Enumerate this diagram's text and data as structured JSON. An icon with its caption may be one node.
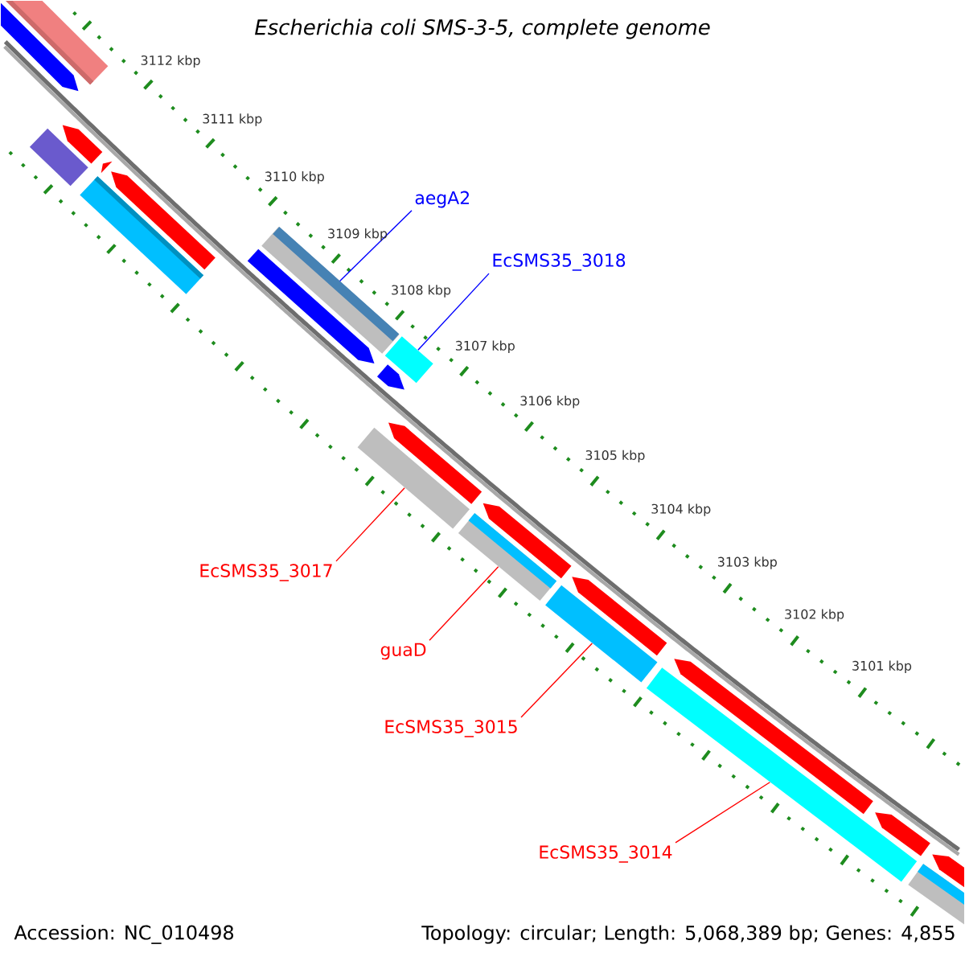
{
  "diagram": {
    "title": "Escherichia coli SMS-3-5, complete genome",
    "nodes": [
      {
        "text": [
          "aegA2"
        ]
      },
      {
        "text": [
          "EcSMS35_3018"
        ]
      },
      {
        "text": [
          "EcSMS35_3017"
        ]
      },
      {
        "text": [
          "guaD"
        ]
      },
      {
        "text": [
          "EcSMS35_3015"
        ]
      },
      {
        "text": [
          "EcSMS35_3014"
        ]
      },
      {
        "text": [],
        "shape": "bar"
      },
      {
        "text": [],
        "shape": "bar"
      },
      {
        "text": [],
        "shape": "bar"
      },
      {
        "text": [],
        "shape": "bar"
      },
      {
        "text": [],
        "shape": "bar"
      },
      {
        "text": [],
        "shape": "bar"
      }
    ],
    "edges": [
      {
        "from": 0,
        "to": 6,
        "arrow": "none",
        "color": "#0000ff"
      },
      {
        "from": 1,
        "to": 7,
        "arrow": "none",
        "color": "#0000ff"
      },
      {
        "from": 2,
        "to": 8,
        "arrow": "none"
      },
      {
        "from": 3,
        "to": 9,
        "arrow": "none"
      },
      {
        "from": 4,
        "to": 10,
        "arrow": "none"
      },
      {
        "from": 5,
        "to": 11,
        "arrow": "none"
      }
    ],
    "labels": [
      "3112 kbp",
      "3111 kbp",
      "3110 kbp",
      "3109 kbp",
      "3108 kbp",
      "3107 kbp",
      "3106 kbp",
      "3105 kbp",
      "3104 kbp",
      "3103 kbp",
      "3102 kbp",
      "3101 kbp",
      "Accession: NC_010498",
      "Topology: circular; Length: 5,068,389 bp; Genes: 4,855"
    ]
  }
}
